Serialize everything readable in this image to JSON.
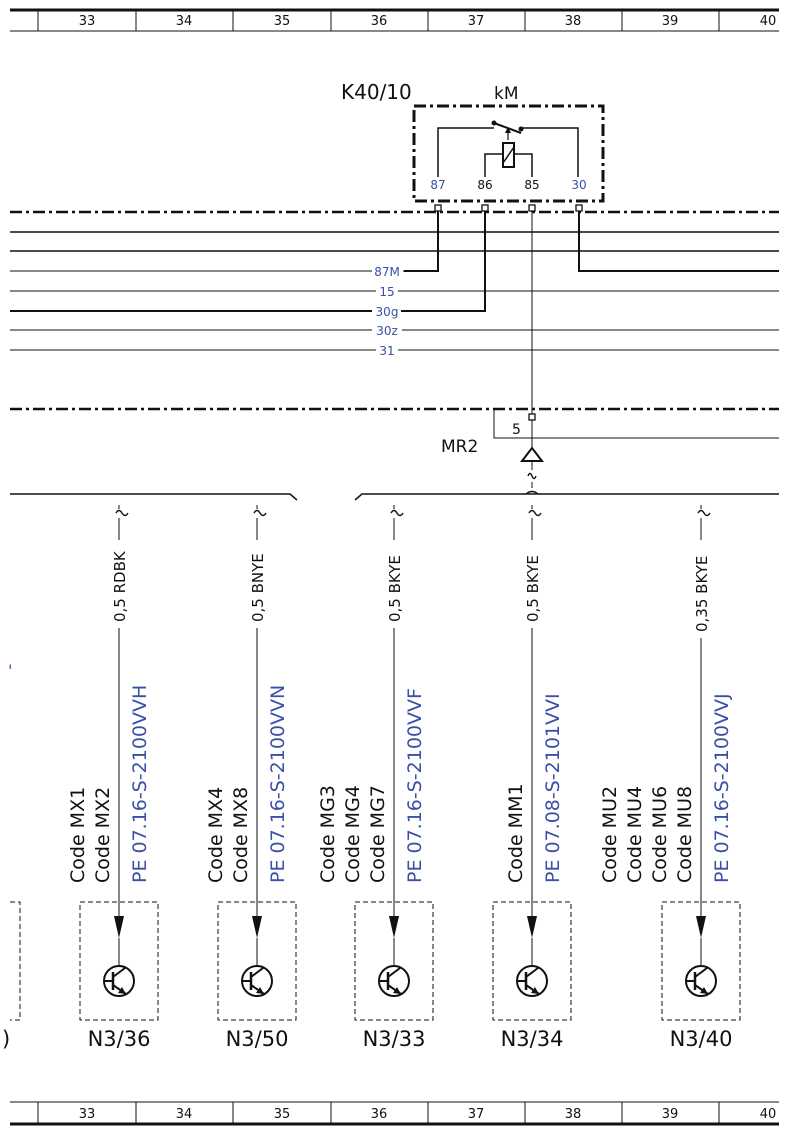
{
  "ruler": {
    "top": [
      "33",
      "34",
      "35",
      "36",
      "37",
      "38",
      "39",
      "40"
    ],
    "bottom": [
      "33",
      "34",
      "35",
      "36",
      "37",
      "38",
      "39",
      "40"
    ]
  },
  "relay": {
    "id": "K40/10",
    "name": "kM",
    "pins": [
      "87",
      "86",
      "85",
      "30"
    ]
  },
  "buses": [
    "87M",
    "15",
    "30g",
    "30z",
    "31"
  ],
  "connector": {
    "id": "MR2",
    "pin": "5"
  },
  "components": [
    {
      "wire": "0,5 RDBK",
      "doc": "PE 07.16-S-2100VVH",
      "codes": [
        "Code MX1",
        "Code MX2"
      ],
      "label": "N3/36"
    },
    {
      "wire": "0,5 BNYE",
      "doc": "PE 07.16-S-2100VVN",
      "codes": [
        "Code MX4",
        "Code MX8"
      ],
      "label": "N3/50"
    },
    {
      "wire": "0,5 BKYE",
      "doc": "PE 07.16-S-2100VVF",
      "codes": [
        "Code MG3",
        "Code MG4",
        "Code MG7"
      ],
      "label": "N3/33"
    },
    {
      "wire": "0,5 BKYE",
      "doc": "PE 07.08-S-2101VVI",
      "codes": [
        "Code MM1"
      ],
      "label": "N3/34"
    },
    {
      "wire": "0,35 BKYE",
      "doc": "PE 07.16-S-2100VVJ",
      "codes": [
        "Code MU2",
        "Code MU4",
        "Code MU6",
        "Code MU8"
      ],
      "label": "N3/40"
    }
  ],
  "partial": {
    "left_label": ")",
    "left_doc": "'"
  },
  "colors": {
    "line": "#111111",
    "blue_text": "#3a4fa8",
    "background": "#ffffff"
  }
}
